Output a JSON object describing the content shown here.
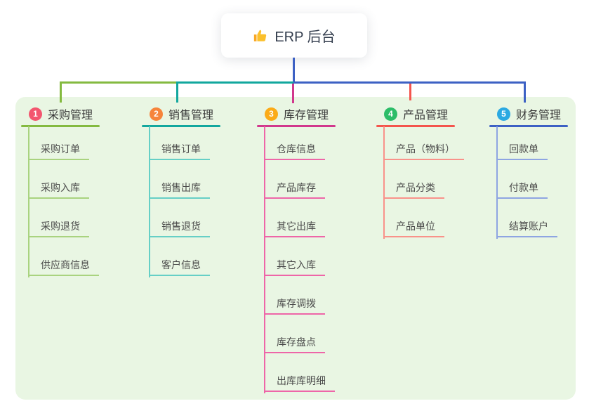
{
  "root": {
    "label": "ERP 后台",
    "icon": "thumbs-up-icon"
  },
  "branches": [
    {
      "badge": "1",
      "label": "采购管理",
      "badge_color": "#f3566f",
      "line_color": "#84ba40",
      "child_line_color": "#a9d37f",
      "children": [
        "采购订单",
        "采购入库",
        "采购退货",
        "供应商信息"
      ]
    },
    {
      "badge": "2",
      "label": "销售管理",
      "badge_color": "#f6843b",
      "line_color": "#12a79e",
      "child_line_color": "#66cfc6",
      "children": [
        "销售订单",
        "销售出库",
        "销售退货",
        "客户信息"
      ]
    },
    {
      "badge": "3",
      "label": "库存管理",
      "badge_color": "#fbab18",
      "line_color": "#d1388d",
      "child_line_color": "#ee66a8",
      "children": [
        "仓库信息",
        "产品库存",
        "其它出库",
        "其它入库",
        "库存调拨",
        "库存盘点",
        "出库库明细"
      ]
    },
    {
      "badge": "4",
      "label": "产品管理",
      "badge_color": "#2cbd68",
      "line_color": "#f4554d",
      "child_line_color": "#f9928a",
      "children": [
        "产品（物料）",
        "产品分类",
        "产品单位"
      ]
    },
    {
      "badge": "5",
      "label": "财务管理",
      "badge_color": "#2ba9e2",
      "line_color": "#3d61c4",
      "child_line_color": "#8ea5e2",
      "children": [
        "回款单",
        "付款单",
        "结算账户"
      ]
    }
  ],
  "colors": {
    "canvas_bg": "#ffffff",
    "panel_bg": "#e9f6e3",
    "root_text": "#333d4d",
    "title_text": "#383838",
    "child_text": "#4a4a4a",
    "icon_yellow": "#fbc02d",
    "icon_yellow_dark": "#f9a825"
  }
}
